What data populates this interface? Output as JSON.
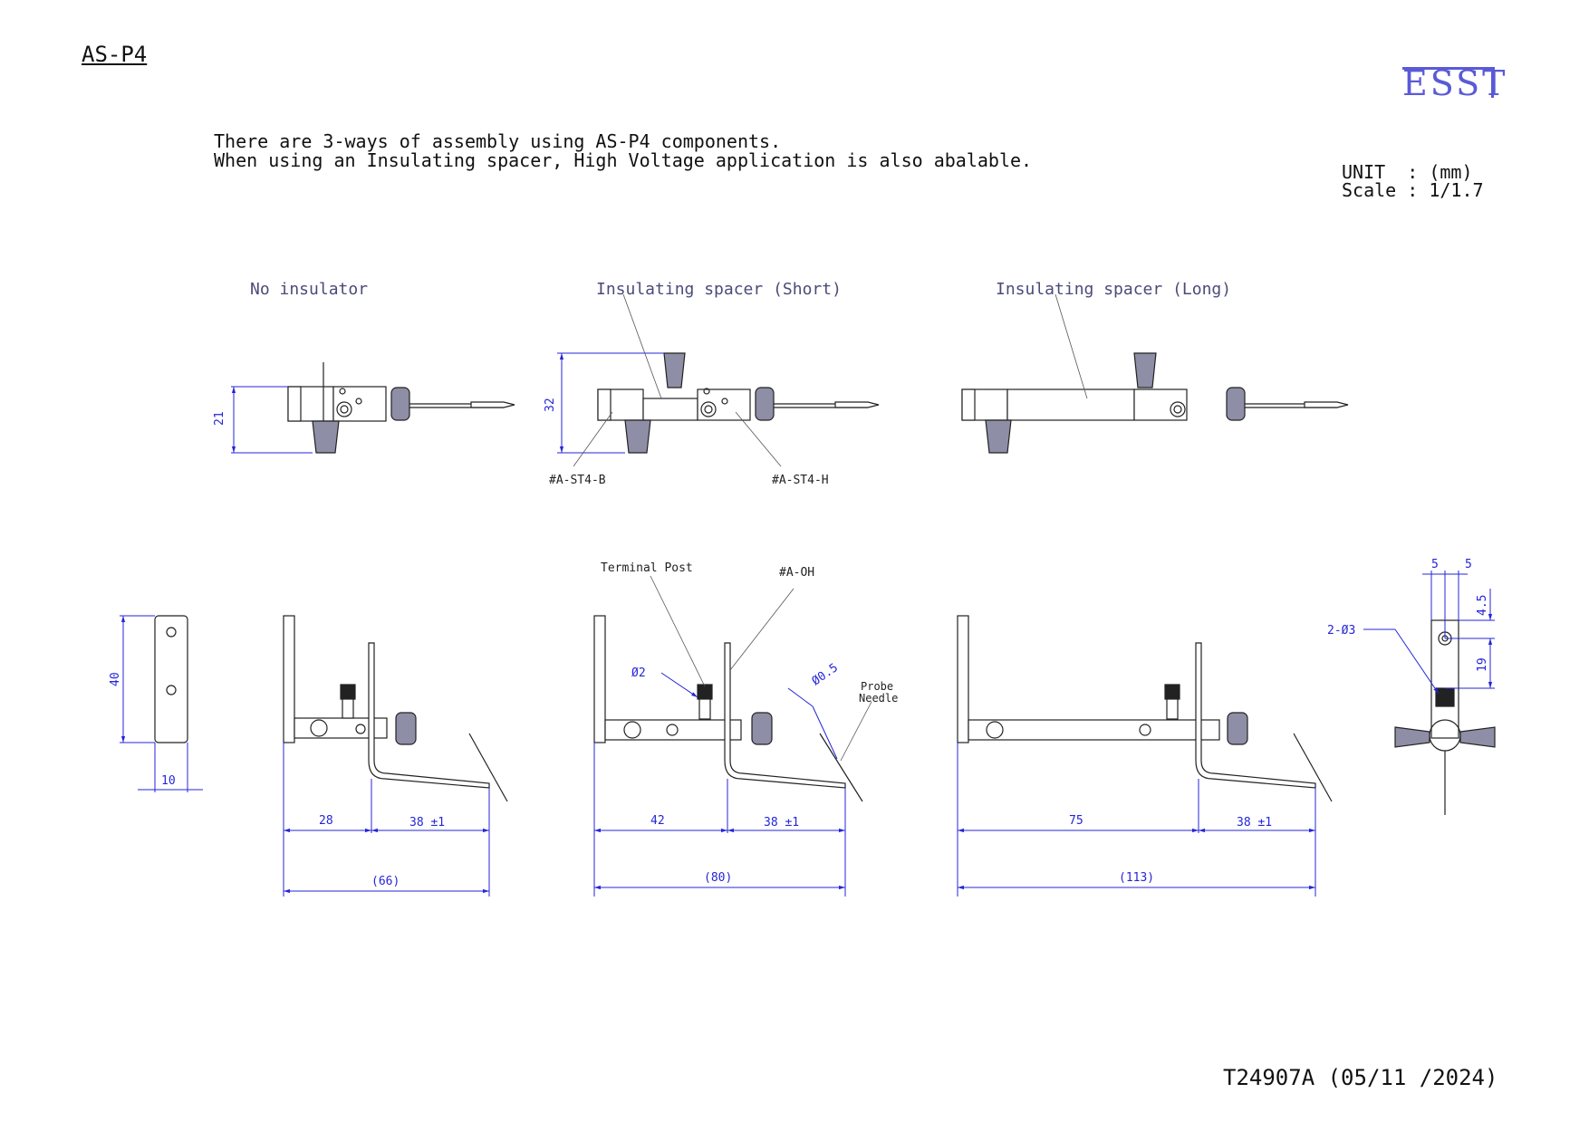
{
  "header": {
    "title": "AS-P4",
    "logo_text": "ESST",
    "brand_color": "#5a5ad6"
  },
  "intro": {
    "line1": "There are 3-ways of assembly using AS-P4 components.",
    "line2": "When using an Insulating spacer, High Voltage application is also abalable."
  },
  "spec": {
    "unit": "UNIT  : (mm)",
    "scale": "Scale : 1/1.7"
  },
  "views": {
    "no_insulator": "No insulator",
    "short_spacer": "Insulating spacer (Short)",
    "long_spacer": "Insulating spacer (Long)"
  },
  "part_labels": {
    "base": "#A-ST4-B",
    "holder": "#A-ST4-H",
    "terminal_post": "Terminal Post",
    "arm": "#A-OH",
    "probe_needle_1": "Probe",
    "probe_needle_2": "Needle",
    "hole_callout": "2-Ø3"
  },
  "dimensions": {
    "top_height_1": "21",
    "top_height_2": "32",
    "bracket_height": "40",
    "bracket_width": "10",
    "dia_2": "Ø2",
    "dia_05": "Ø0.5",
    "v1_a": "28",
    "v1_b": "38 ±1",
    "v1_total": "(66)",
    "v2_a": "42",
    "v2_b": "38 ±1",
    "v2_total": "(80)",
    "v3_a": "75",
    "v3_b": "38 ±1",
    "v3_total": "(113)",
    "side_w1": "5",
    "side_w2": "5",
    "side_h1": "4.5",
    "side_h2": "19"
  },
  "colors": {
    "dimension": "#2525d8",
    "drawing": "#222222",
    "knob": "#8e8ea6"
  },
  "footer": {
    "doc_number": "T24907A (05/11 /2024)"
  }
}
